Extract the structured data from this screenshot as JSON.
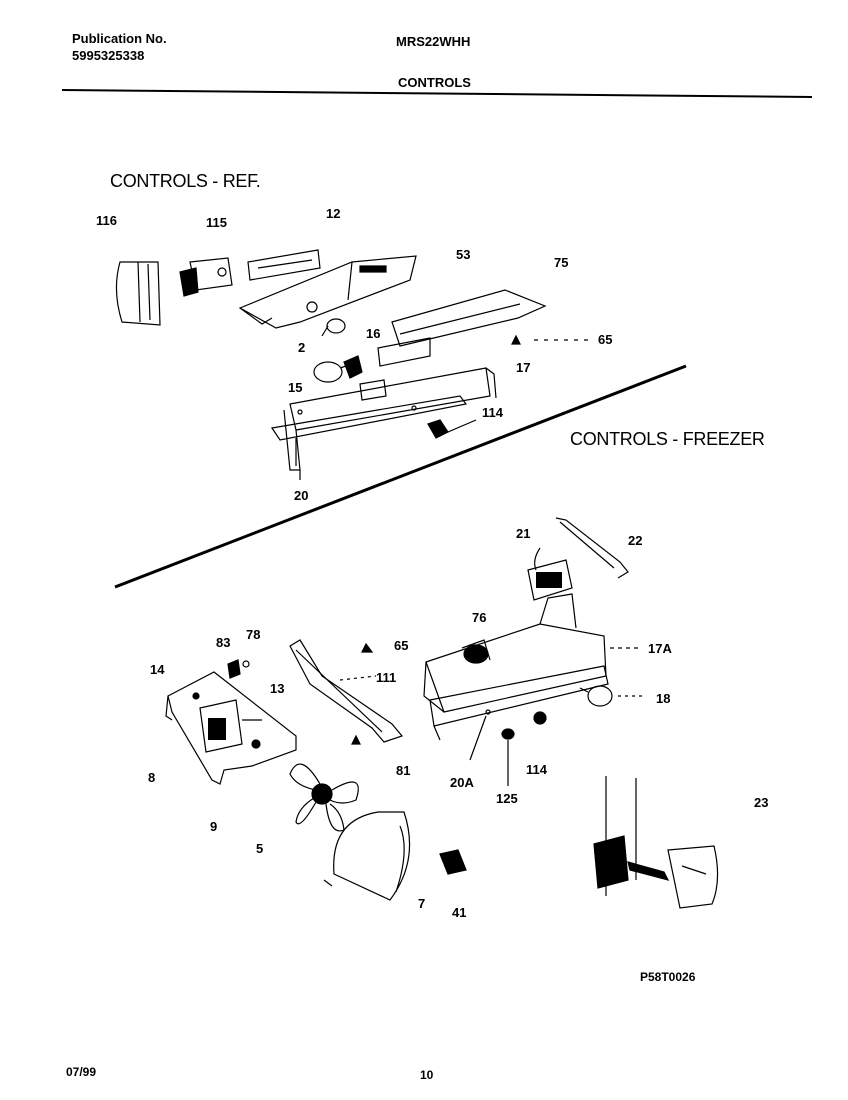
{
  "header": {
    "publication_label": "Publication No.",
    "publication_number": "5995325338",
    "model": "MRS22WHH",
    "section": "CONTROLS"
  },
  "diagram": {
    "ref_title": "CONTROLS - REF.",
    "freezer_title": "CONTROLS - FREEZER",
    "callouts": {
      "c116": "116",
      "c115": "115",
      "c12": "12",
      "c53": "53",
      "c75": "75",
      "c65a": "65",
      "c2": "2",
      "c16": "16",
      "c15": "15",
      "c17": "17",
      "c114a": "114",
      "c20": "20",
      "c21": "21",
      "c22": "22",
      "c76": "76",
      "c83": "83",
      "c78": "78",
      "c65b": "65",
      "c17A": "17A",
      "c14": "14",
      "c111": "111",
      "c13": "13",
      "c18": "18",
      "c8": "8",
      "c81": "81",
      "c20A": "20A",
      "c114b": "114",
      "c125": "125",
      "c23": "23",
      "c9": "9",
      "c5": "5",
      "c7": "7",
      "c41": "41"
    },
    "figure_code": "P58T0026"
  },
  "footer": {
    "date": "07/99",
    "page": "10"
  }
}
